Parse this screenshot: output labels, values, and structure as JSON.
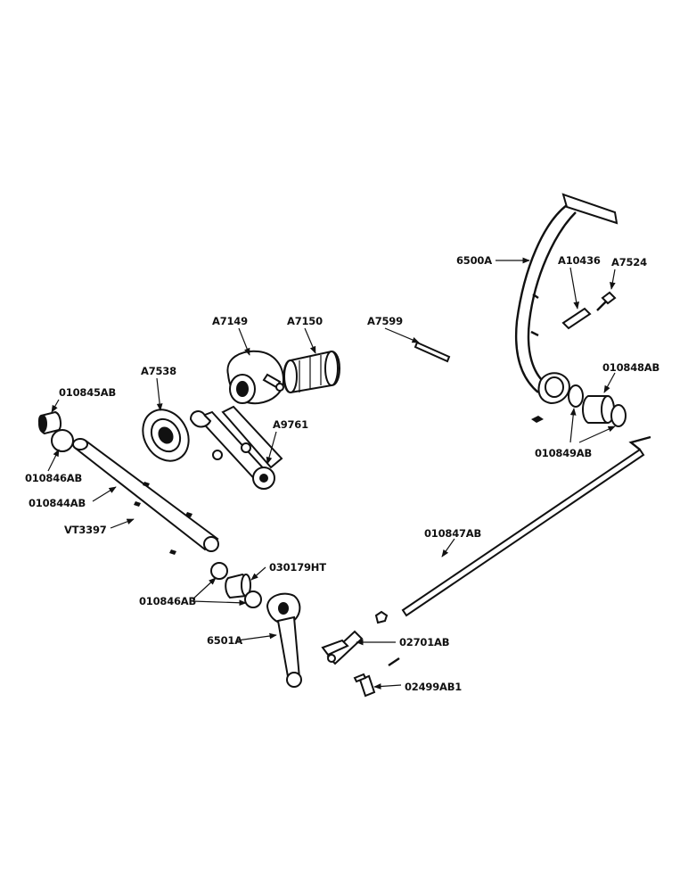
{
  "labels": {
    "p6500A": "6500A",
    "pA10436": "A10436",
    "pA7524": "A7524",
    "pA7149": "A7149",
    "pA7150": "A7150",
    "pA7599": "A7599",
    "pA7538": "A7538",
    "p010845AB": "010845AB",
    "p010848AB": "010848AB",
    "pA9761": "A9761",
    "p010846AB_top": "010846AB",
    "p010849AB": "010849AB",
    "p010844AB": "010844AB",
    "pVT3397": "VT3397",
    "p010847AB": "010847AB",
    "p030179HT": "030179HT",
    "p010846AB_bottom": "010846AB",
    "p6501A": "6501A",
    "p02701AB": "02701AB",
    "p02499AB1": "02499AB1"
  },
  "colors": {
    "ink": "#111111",
    "paper": "#ffffff"
  }
}
